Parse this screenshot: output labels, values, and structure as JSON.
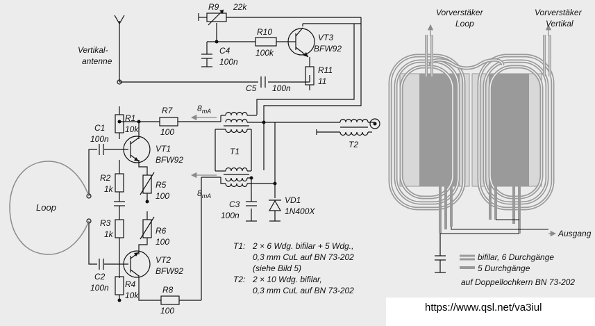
{
  "antenna": {
    "label_line1": "Vertikal-",
    "label_line2": "antenne"
  },
  "loop": {
    "label": "Loop"
  },
  "parts": {
    "R9": {
      "name": "R9",
      "value": "22k"
    },
    "R10": {
      "name": "R10",
      "value": "100k"
    },
    "R11": {
      "name": "R11",
      "value": "11"
    },
    "C4": {
      "name": "C4",
      "value": "100n"
    },
    "C5": {
      "name": "C5",
      "value": "100n"
    },
    "VT3": {
      "name": "VT3",
      "value": "BFW92"
    },
    "R1": {
      "name": "R1",
      "value": "10k"
    },
    "R7": {
      "name": "R7",
      "value": "100"
    },
    "C1": {
      "name": "C1",
      "value": "100n"
    },
    "VT1": {
      "name": "VT1",
      "value": "BFW92"
    },
    "R2": {
      "name": "R2",
      "value": "1k"
    },
    "R5": {
      "name": "R5",
      "value": "100"
    },
    "R3": {
      "name": "R3",
      "value": "1k"
    },
    "R6": {
      "name": "R6",
      "value": "100"
    },
    "C2": {
      "name": "C2",
      "value": "100n"
    },
    "VT2": {
      "name": "VT2",
      "value": "BFW92"
    },
    "R4": {
      "name": "R4",
      "value": "10k"
    },
    "R8": {
      "name": "R8",
      "value": "100"
    },
    "T1": {
      "name": "T1"
    },
    "T2": {
      "name": "T2"
    },
    "C3": {
      "name": "C3",
      "value": "100n"
    },
    "VD1": {
      "name": "VD1",
      "value": "1N400X"
    }
  },
  "current_top": {
    "value": "8",
    "unit": "mA"
  },
  "current_bottom": {
    "value": "8",
    "unit": "mA"
  },
  "notes": {
    "t1_label": "T1:",
    "t1_line1": "2 × 6 Wdg. bifilar + 5 Wdg.,",
    "t1_line2": "0,3 mm CuL auf BN 73-202",
    "t1_line3": "(siehe Bild 5)",
    "t2_label": "T2:",
    "t2_line1": "2 × 10 Wdg. bifilar,",
    "t2_line2": "0,3 mm CuL auf BN 73-202"
  },
  "core": {
    "top_left_line1": "Vorverstäker",
    "top_left_line2": "Loop",
    "top_right_line1": "Vorverstäker",
    "top_right_line2": "Vertikal",
    "output_label": "Ausgang",
    "legend_bifilar": "bifilar, 6 Durchgänge",
    "legend_single": "5 Durchgänge",
    "legend_core": "auf Doppellochkern BN 73-202"
  },
  "watermark": {
    "url": "https://www.qsl.net/va3iul"
  }
}
